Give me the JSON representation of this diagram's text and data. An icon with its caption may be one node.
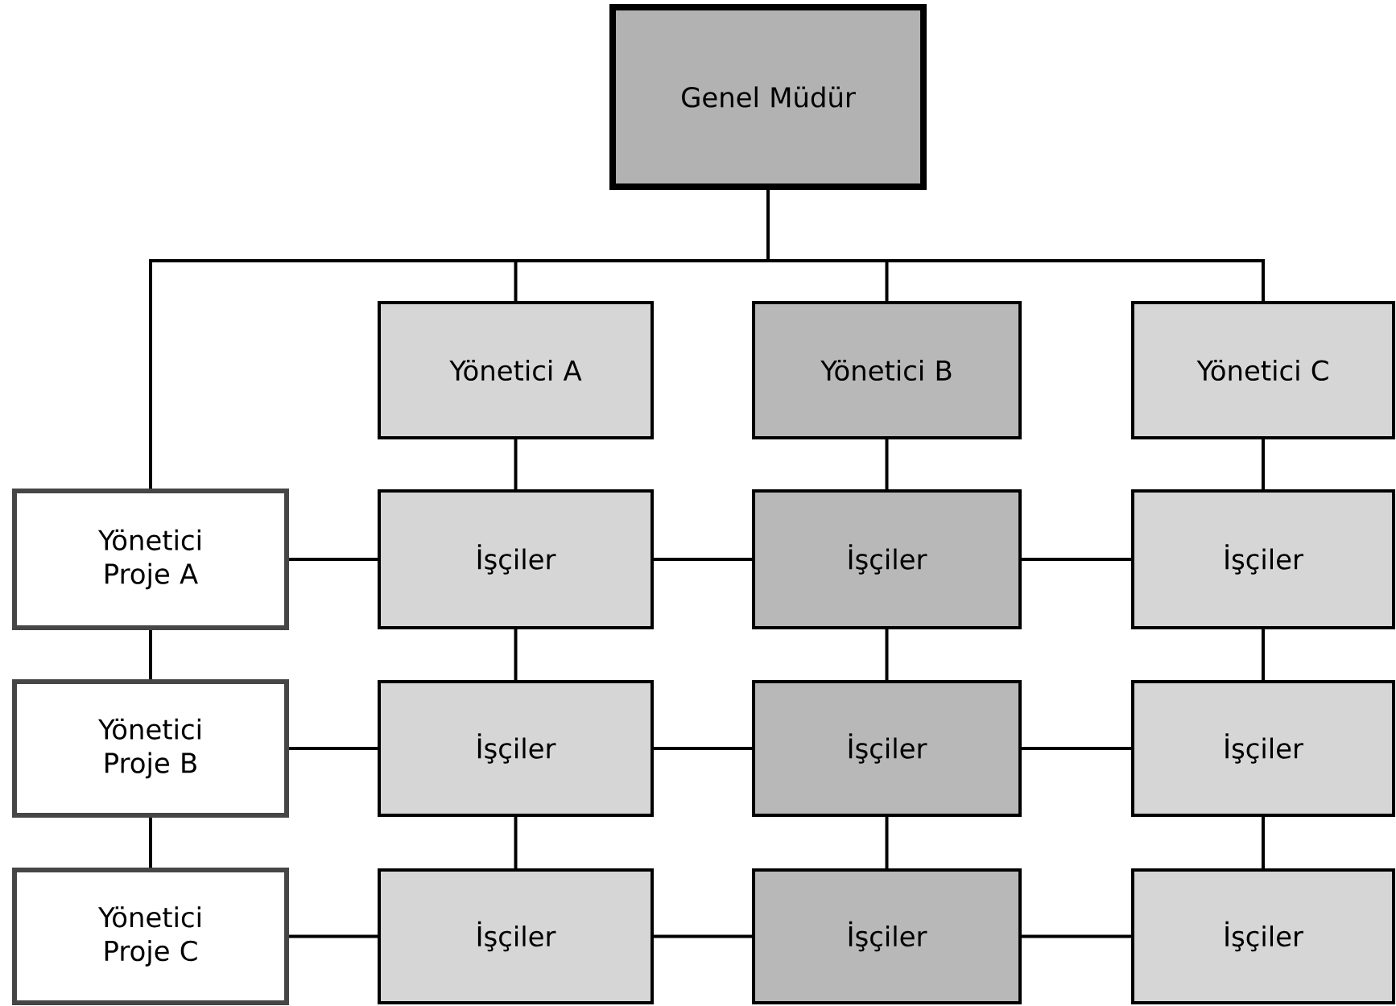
{
  "diagram": {
    "nodes": [
      {
        "text": [
          "Genel Müdür"
        ]
      },
      {
        "text": [
          "Yönetici A"
        ]
      },
      {
        "text": [
          "Yönetici B"
        ]
      },
      {
        "text": [
          "Yönetici C"
        ]
      },
      {
        "text": [
          "Yönetici Proje A"
        ]
      },
      {
        "text": [
          "İşçiler"
        ]
      },
      {
        "text": [
          "İşçiler"
        ]
      },
      {
        "text": [
          "İşçiler"
        ]
      },
      {
        "text": [
          "Yönetici Proje B"
        ]
      },
      {
        "text": [
          "İşçiler"
        ]
      },
      {
        "text": [
          "İşçiler"
        ]
      },
      {
        "text": [
          "İşçiler"
        ]
      },
      {
        "text": [
          "Yönetici Proje C"
        ]
      },
      {
        "text": [
          "İşçiler"
        ]
      },
      {
        "text": [
          "İşçiler"
        ]
      },
      {
        "text": [
          "İşçiler"
        ]
      }
    ],
    "edges": [
      {
        "from": 0,
        "to": 4,
        "arrow": "none"
      },
      {
        "from": 0,
        "to": 1,
        "arrow": "none"
      },
      {
        "from": 0,
        "to": 2,
        "arrow": "none"
      },
      {
        "from": 0,
        "to": 3,
        "arrow": "none"
      },
      {
        "from": 1,
        "to": 5,
        "arrow": "none"
      },
      {
        "from": 2,
        "to": 6,
        "arrow": "none"
      },
      {
        "from": 3,
        "to": 7,
        "arrow": "none"
      },
      {
        "from": 4,
        "to": 5,
        "arrow": "none"
      },
      {
        "from": 5,
        "to": 6,
        "arrow": "none"
      },
      {
        "from": 6,
        "to": 7,
        "arrow": "none"
      },
      {
        "from": 4,
        "to": 8,
        "arrow": "none"
      },
      {
        "from": 5,
        "to": 9,
        "arrow": "none"
      },
      {
        "from": 6,
        "to": 10,
        "arrow": "none"
      },
      {
        "from": 7,
        "to": 11,
        "arrow": "none"
      },
      {
        "from": 8,
        "to": 9,
        "arrow": "none"
      },
      {
        "from": 9,
        "to": 10,
        "arrow": "none"
      },
      {
        "from": 10,
        "to": 11,
        "arrow": "none"
      },
      {
        "from": 8,
        "to": 12,
        "arrow": "none"
      },
      {
        "from": 9,
        "to": 13,
        "arrow": "none"
      },
      {
        "from": 10,
        "to": 14,
        "arrow": "none"
      },
      {
        "from": 11,
        "to": 15,
        "arrow": "none"
      },
      {
        "from": 12,
        "to": 13,
        "arrow": "none"
      },
      {
        "from": 13,
        "to": 14,
        "arrow": "none"
      },
      {
        "from": 14,
        "to": 15,
        "arrow": "none"
      }
    ]
  }
}
